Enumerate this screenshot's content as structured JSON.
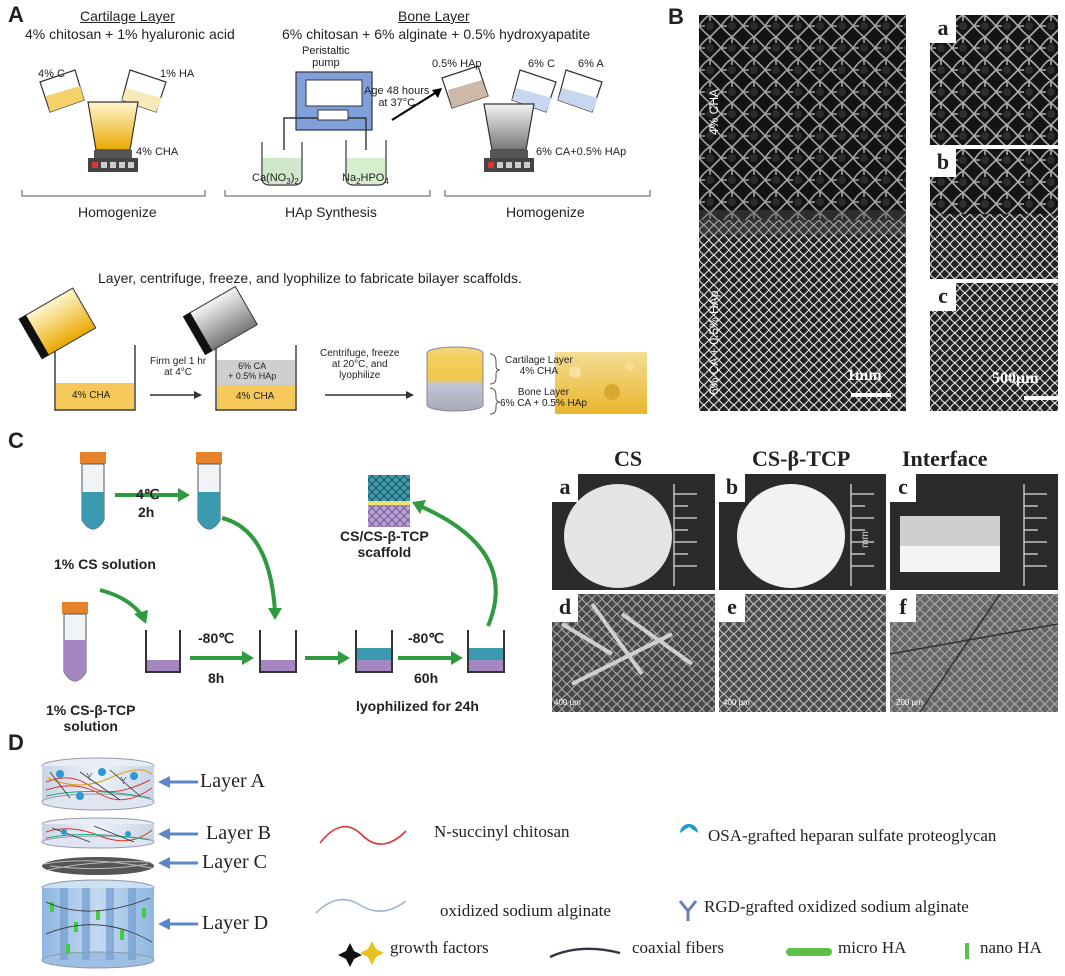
{
  "panels": {
    "A": "A",
    "B": "B",
    "C": "C",
    "D": "D"
  },
  "a": {
    "cart_title": "Cartilage Layer",
    "cart_sub": "4% chitosan + 1% hyaluronic acid",
    "bone_title": "Bone Layer",
    "bone_sub": "6% chitosan + 6% alginate + 0.5% hydroxyapatite",
    "c4": "4% C",
    "ha1": "1% HA",
    "cha4": "4% CHA",
    "pump": "Peristaltic\npump",
    "age": "Age 48 hours\nat 37°C",
    "cano3": "Ca(NO",
    "na2": "Na",
    "hap05": "0.5% HAp",
    "c6": "6% C",
    "a6": "6% A",
    "ca6hap": "6% CA+0.5% HAp",
    "homog1": "Homogenize",
    "hapsyn": "HAp Synthesis",
    "homog2": "Homogenize",
    "layer_sent": "Layer, centrifuge, freeze, and lyophilize to fabricate bilayer scaffolds.",
    "cha_fill": "4% CHA",
    "firm_gel": "Firm gel 1 hr\nat 4°C",
    "ca6_top": "6% CA\n+ 0.5% HAp",
    "cha_bottom": "4% CHA",
    "centrifuge": "Centrifuge, freeze\nat 20°C, and\nlyophilize",
    "cart_layer": "Cartilage Layer\n4% CHA",
    "bone_layer": "Bone Layer\n6% CA + 0.5% HAp"
  },
  "b": {
    "cha4": "4% CHA",
    "ca6hap": "6% CA + 0.5% HAp",
    "scale1": "1mm",
    "scale2": "500µm",
    "subs": [
      "a",
      "b",
      "c"
    ]
  },
  "c": {
    "temp4": "4℃",
    "time2": "2h",
    "cs_sol": "1% CS solution",
    "cstcp_sol": "1% CS-β-TCP\nsolution",
    "m80a": "-80℃",
    "t8": "8h",
    "m80b": "-80℃",
    "t60": "60h",
    "scaffold": "CS/CS-β-TCP\nscaffold",
    "lyo": "lyophilized for 24h",
    "col_cs": "CS",
    "col_tcp": "CS-β-TCP",
    "col_int": "Interface",
    "subs": [
      "a",
      "b",
      "c",
      "d",
      "e",
      "f"
    ],
    "mm": "mm",
    "sb_d": "400 µm",
    "sb_e": "400 µm",
    "sb_f": "200 µm"
  },
  "d": {
    "la": "Layer A",
    "lb": "Layer B",
    "lc": "Layer C",
    "ld": "Layer D",
    "nsc": "N-succinyl chitosan",
    "osa": "oxidized sodium alginate",
    "gf": "growth factors",
    "coax": "coaxial fibers",
    "osahs": "OSA-grafted heparan sulfate proteoglycan",
    "rgd": "RGD-grafted oxidized sodium alginate",
    "microha": "micro HA",
    "nanoha": "nano HA"
  }
}
